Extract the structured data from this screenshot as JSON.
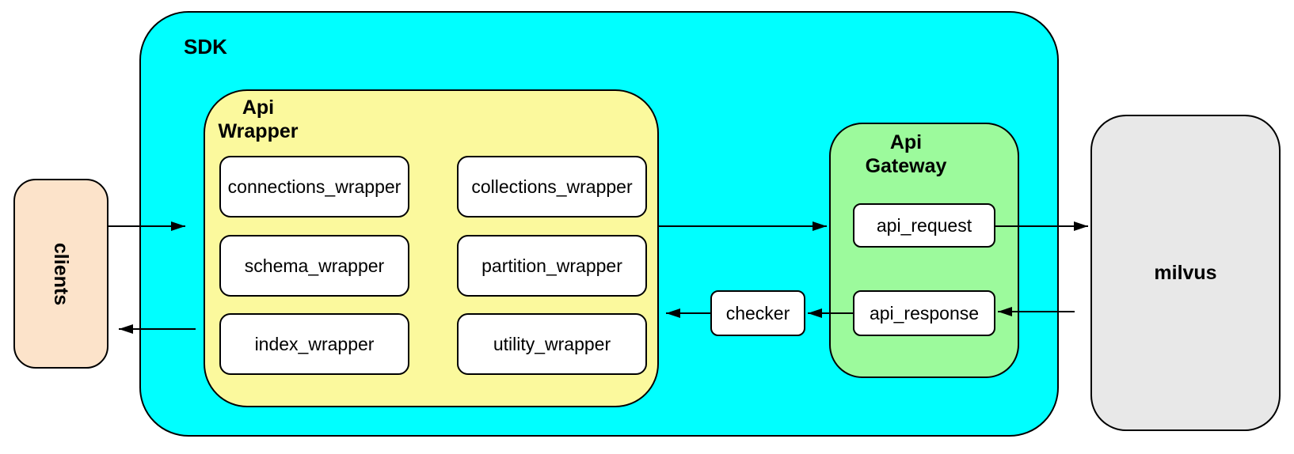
{
  "diagram": {
    "nodes": {
      "clients": {
        "label": "clients"
      },
      "sdk": {
        "label": "SDK"
      },
      "api_wrapper": {
        "label": "Api\nWrapper",
        "boxes": [
          {
            "label": "connections_wrapper"
          },
          {
            "label": "collections_wrapper"
          },
          {
            "label": "schema_wrapper"
          },
          {
            "label": "partition_wrapper"
          },
          {
            "label": "index_wrapper"
          },
          {
            "label": "utility_wrapper"
          }
        ]
      },
      "api_gateway": {
        "label": "Api\nGateway",
        "boxes": [
          {
            "label": "api_request"
          },
          {
            "label": "api_response"
          }
        ]
      },
      "checker": {
        "label": "checker"
      },
      "milvus": {
        "label": "milvus"
      }
    },
    "edges": [
      {
        "from": "clients",
        "to": "sdk-api-wrapper"
      },
      {
        "from": "sdk-api-wrapper",
        "to": "clients"
      },
      {
        "from": "api-wrapper",
        "to": "api_request"
      },
      {
        "from": "api_request",
        "to": "milvus"
      },
      {
        "from": "milvus",
        "to": "api_response"
      },
      {
        "from": "api_response",
        "to": "checker"
      },
      {
        "from": "checker",
        "to": "api-wrapper"
      }
    ]
  },
  "colors": {
    "sdk_fill": "#00ffff",
    "api_wrapper_fill": "#fbf99d",
    "api_gateway_fill": "#9cfa9c",
    "clients_fill": "#fce3ca",
    "milvus_fill": "#e8e8e8",
    "box_fill": "#ffffff",
    "stroke": "#000000",
    "text": "#000000"
  }
}
